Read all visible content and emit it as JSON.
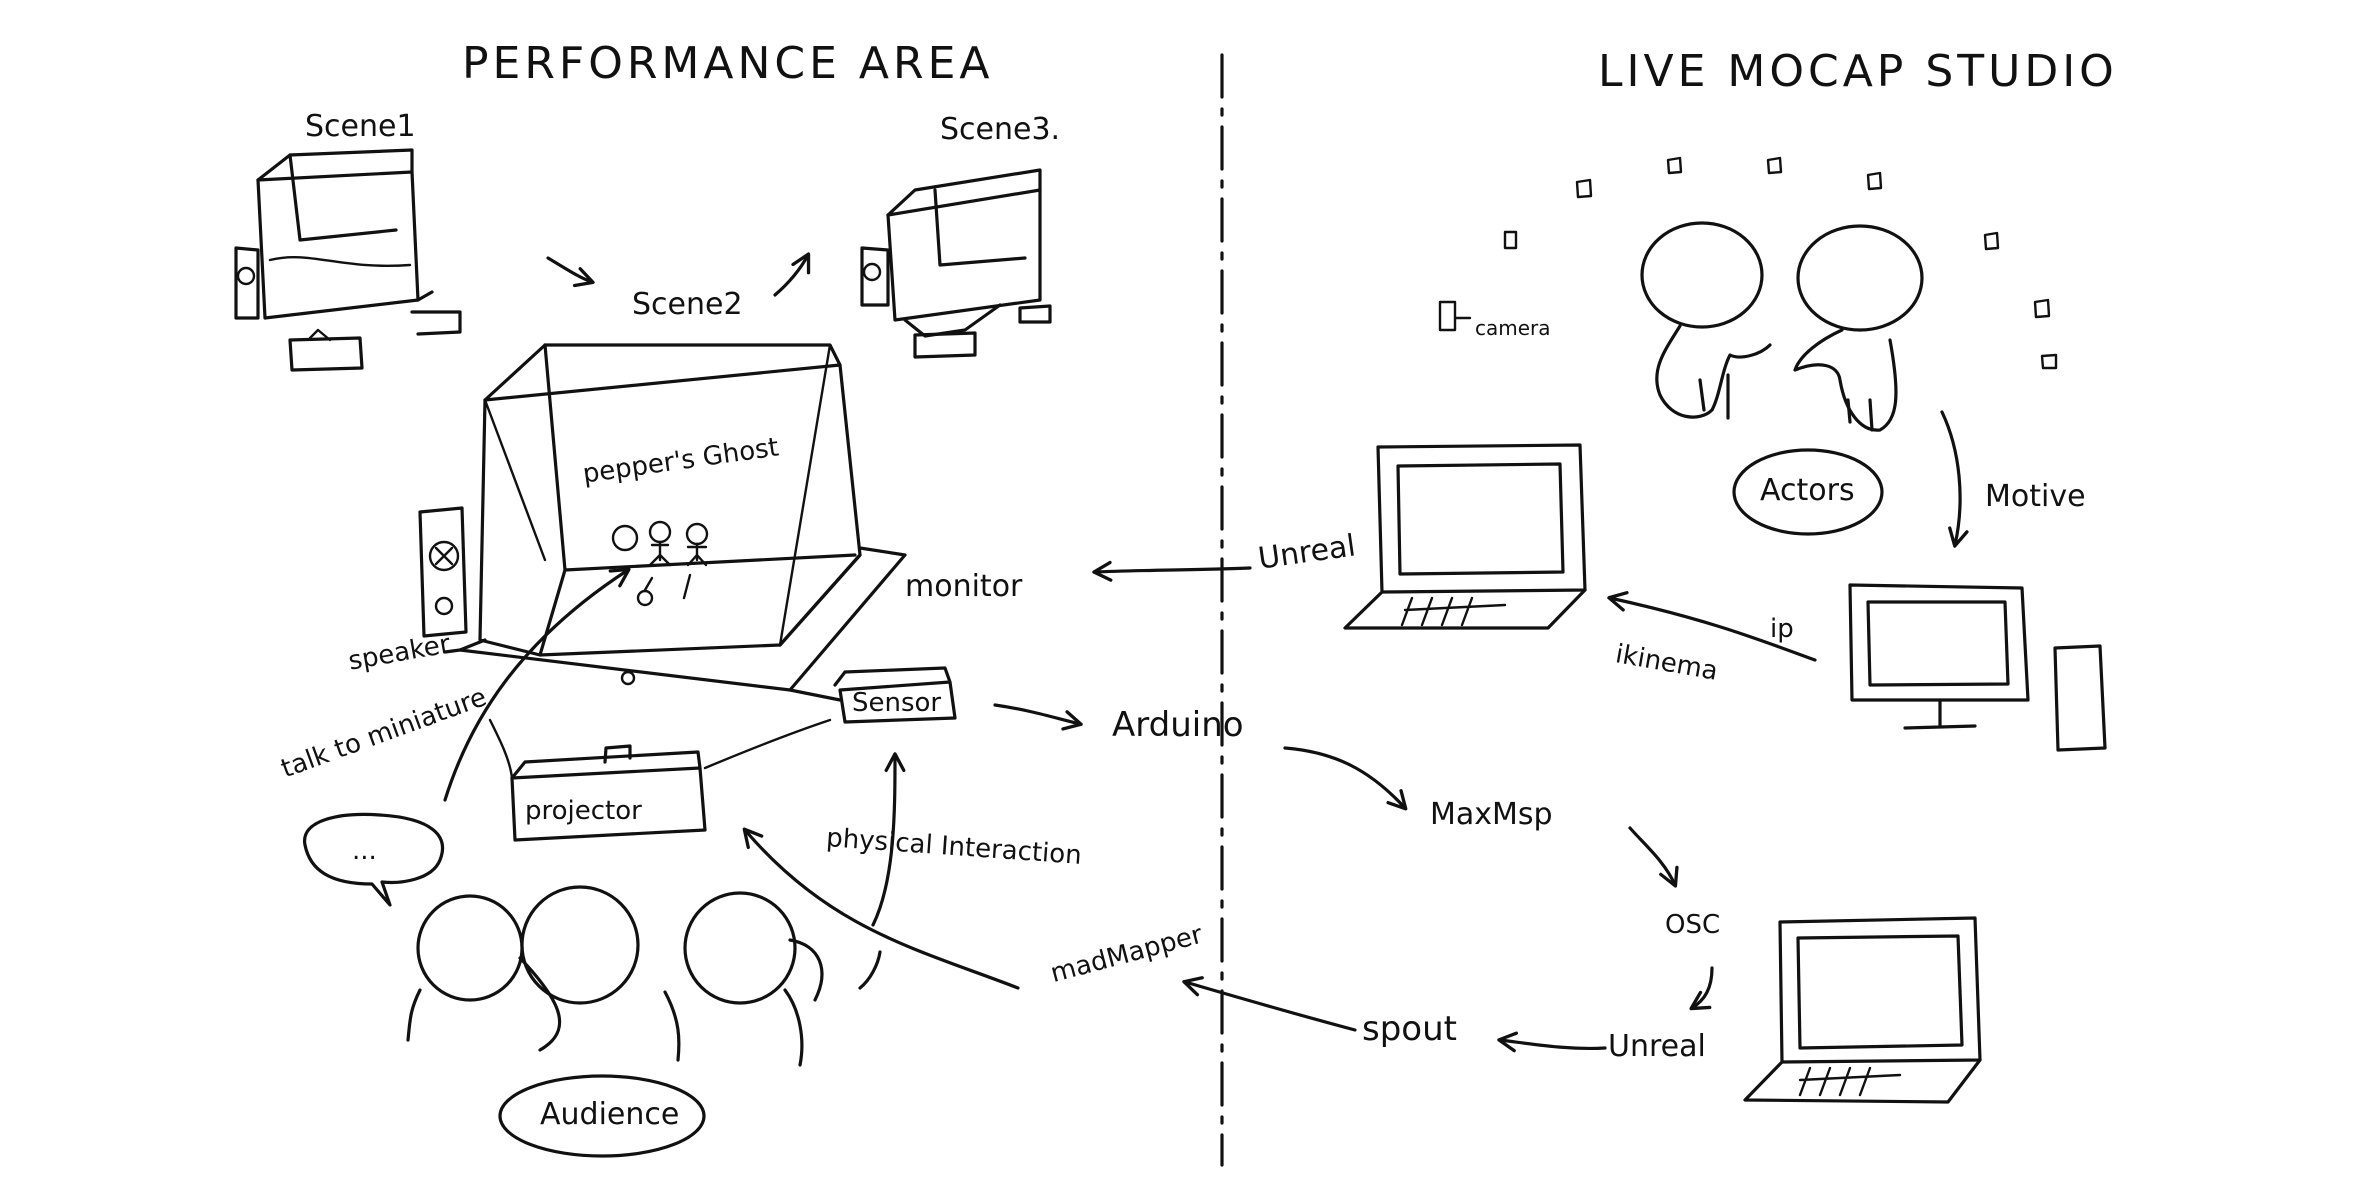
{
  "sections": {
    "left_title": "PERFORMANCE AREA",
    "right_title": "LIVE MOCAP STUDIO"
  },
  "labels": {
    "scene1": "Scene1",
    "scene2": "Scene2",
    "scene3": "Scene3.",
    "peppers_ghost": "pepper's Ghost",
    "monitor": "monitor",
    "speaker": "speaker",
    "sensor": "Sensor",
    "projector": "projector",
    "talk_to_miniature": "talk to miniature",
    "speech_bubble": "...",
    "physical_interaction": "physical Interaction",
    "audience": "Audience",
    "madmapper": "madMapper",
    "arduino": "Arduino",
    "maxmsp": "MaxMsp",
    "osc": "OSC",
    "unreal_bottom": "Unreal",
    "spout": "spout",
    "unreal_top": "Unreal",
    "camera": "camera",
    "actors": "Actors",
    "motive": "Motive",
    "ikinema": "ikinema",
    "ip": "ip"
  },
  "colors": {
    "ink": "#111111",
    "paper": "#ffffff"
  }
}
